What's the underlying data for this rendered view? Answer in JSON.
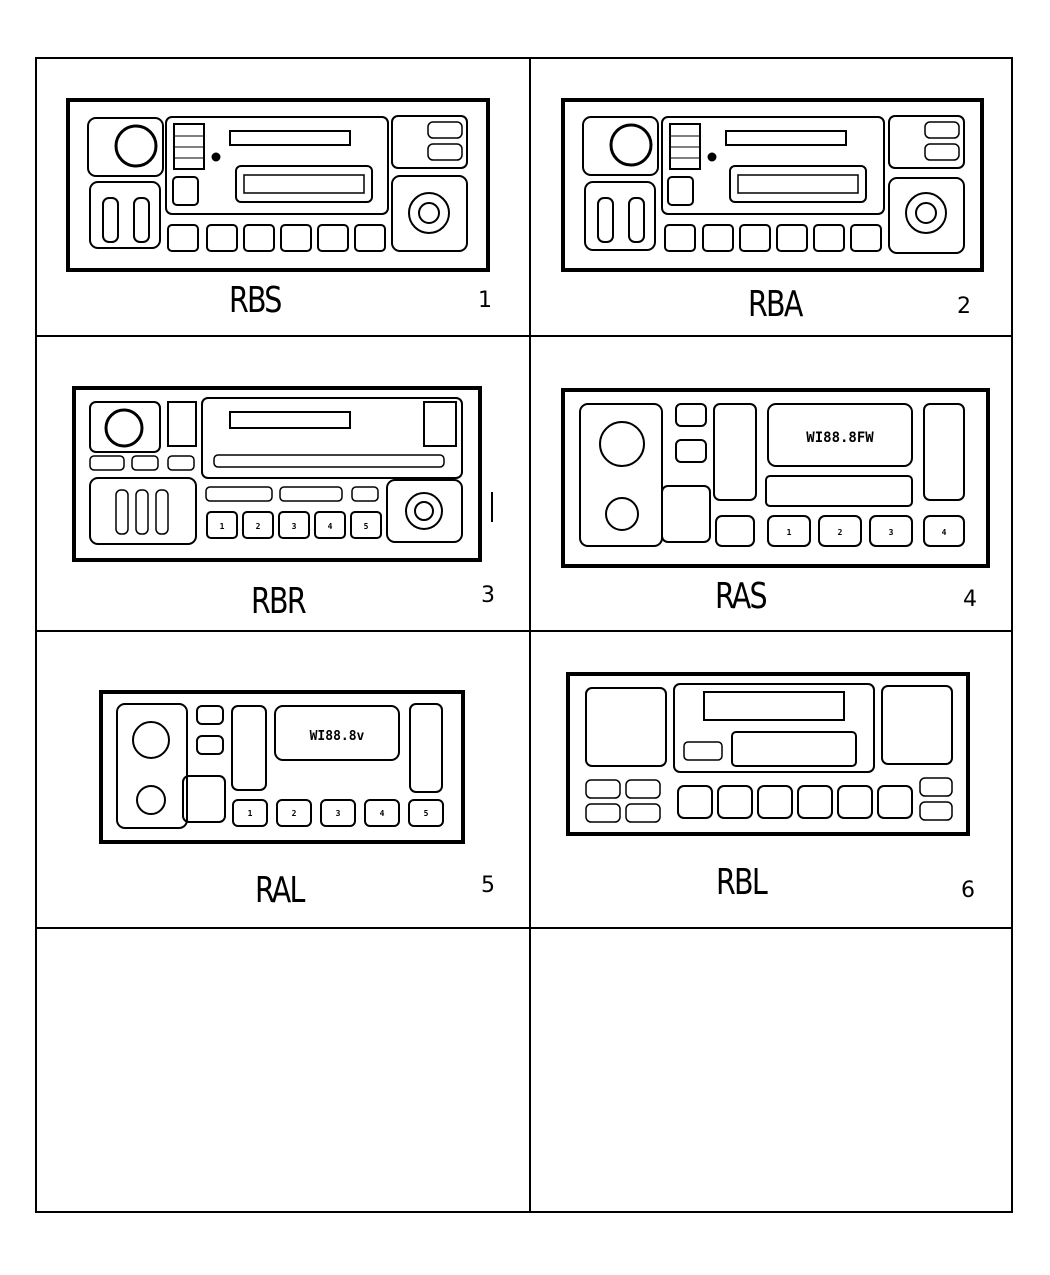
{
  "panels": [
    {
      "code": "RBS",
      "number": "1"
    },
    {
      "code": "RBA",
      "number": "2"
    },
    {
      "code": "RBR",
      "number": "3"
    },
    {
      "code": "RAS",
      "number": "4"
    },
    {
      "code": "RAL",
      "number": "5"
    },
    {
      "code": "RBL",
      "number": "6"
    }
  ],
  "radio_text": {
    "ras_display": "WI88.8FW",
    "ral_display": "WI88.8v",
    "rbr_keys": [
      "1",
      "2",
      "3",
      "4",
      "5"
    ],
    "ras_keys": [
      "1",
      "2",
      "3",
      "4"
    ],
    "ral_keys": [
      "1",
      "2",
      "3",
      "4",
      "5"
    ]
  }
}
